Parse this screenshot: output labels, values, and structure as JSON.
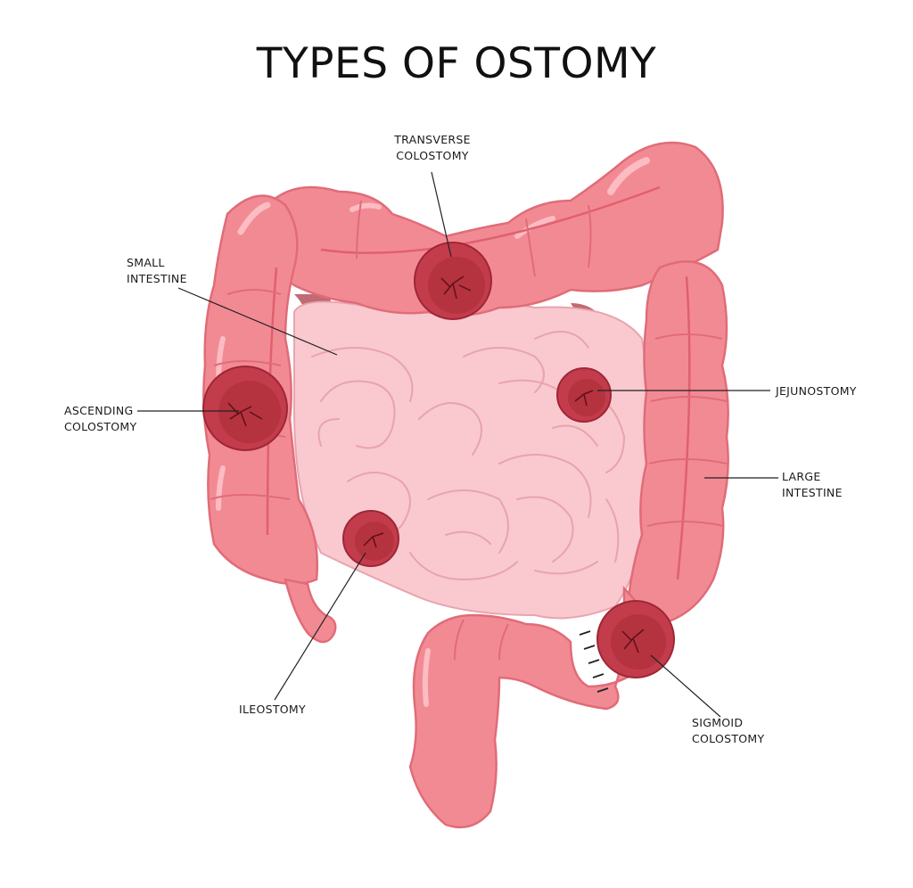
{
  "title": "TYPES OF OSTOMY",
  "colors": {
    "large_intestine": "#f28a94",
    "large_intestine_outline": "#e06c78",
    "small_intestine": "#f9c9cf",
    "small_intestine_line": "#e8a4ad",
    "gap": "#c06a74",
    "stoma": "#c33c4c",
    "stoma_inner": "#a82a3a",
    "leader": "#222222"
  },
  "labels": {
    "transverse_colostomy": [
      "TRANSVERSE",
      "COLOSTOMY"
    ],
    "small_intestine": [
      "SMALL",
      "INTESTINE"
    ],
    "ascending_colostomy": [
      "ASCENDING",
      "COLOSTOMY"
    ],
    "jejunostomy": [
      "JEJUNOSTOMY"
    ],
    "large_intestine": [
      "LARGE",
      "INTESTINE"
    ],
    "ileostomy": [
      "ILEOSTOMY"
    ],
    "sigmoid_colostomy": [
      "SIGMOID",
      "COLOSTOMY"
    ]
  }
}
